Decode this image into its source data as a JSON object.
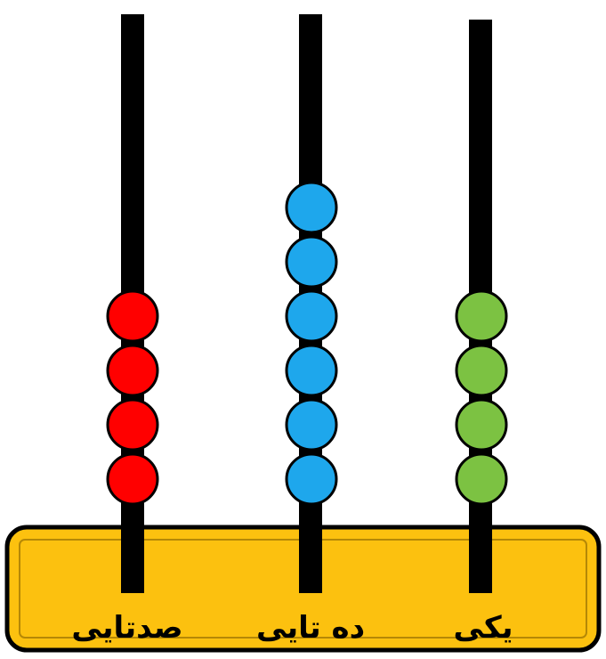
{
  "abacus": {
    "base_color": "#fcc10f",
    "base_border_color": "#000000",
    "rod_color": "#000000",
    "bead_border_color": "#000000",
    "rods": [
      {
        "id": "hundreds",
        "label": "صدتایی",
        "bead_count": 4,
        "bead_color": "#ff0000"
      },
      {
        "id": "tens",
        "label": "ده تایی",
        "bead_count": 6,
        "bead_color": "#1ea7ec"
      },
      {
        "id": "ones",
        "label": "یکی",
        "bead_count": 4,
        "bead_color": "#7cc242"
      }
    ]
  }
}
